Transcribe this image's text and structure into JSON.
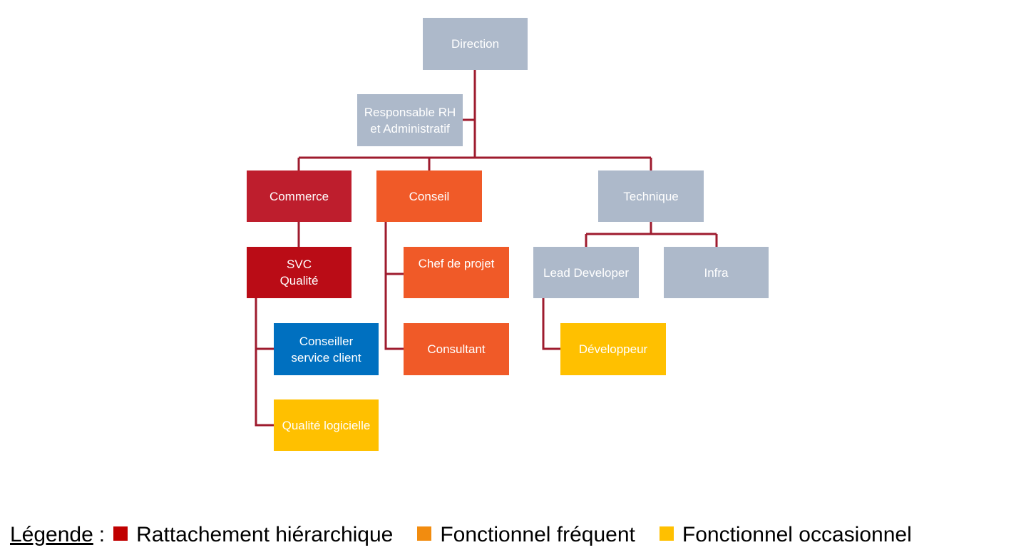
{
  "nodes": {
    "direction": {
      "lines": [
        "Direction"
      ],
      "color": "#ADB9CA"
    },
    "rh": {
      "lines": [
        "Responsable RH",
        "et Administratif"
      ],
      "color": "#ADB9CA"
    },
    "commerce": {
      "lines": [
        "Commerce"
      ],
      "color": "#BE1E2D"
    },
    "conseil": {
      "lines": [
        "Conseil"
      ],
      "color": "#F05A28"
    },
    "technique": {
      "lines": [
        "Technique"
      ],
      "color": "#ADB9CA"
    },
    "svc": {
      "lines": [
        "SVC",
        "Qualité"
      ],
      "color": "#BA0C16"
    },
    "chef_projet": {
      "lines": [
        "Chef de projet"
      ],
      "color": "#F05A28"
    },
    "lead_dev": {
      "lines": [
        "Lead Developer"
      ],
      "color": "#ADB9CA"
    },
    "infra": {
      "lines": [
        "Infra"
      ],
      "color": "#ADB9CA"
    },
    "conseiller": {
      "lines": [
        "Conseiller",
        "service client"
      ],
      "color": "#0070C0"
    },
    "consultant": {
      "lines": [
        "Consultant"
      ],
      "color": "#F05A28"
    },
    "developpeur": {
      "lines": [
        "Développeur"
      ],
      "color": "#FFC000"
    },
    "qualite_logicielle": {
      "lines": [
        "Qualité logicielle"
      ],
      "color": "#FFC000"
    }
  },
  "connector_color": "#9E1B2E",
  "legend": {
    "title": "Légende",
    "separator": ":",
    "items": [
      {
        "label": "Rattachement hiérarchique",
        "color": "#C00000"
      },
      {
        "label": "Fonctionnel fréquent",
        "color": "#F28C0F"
      },
      {
        "label": "Fonctionnel occasionnel",
        "color": "#FFC000"
      }
    ]
  }
}
